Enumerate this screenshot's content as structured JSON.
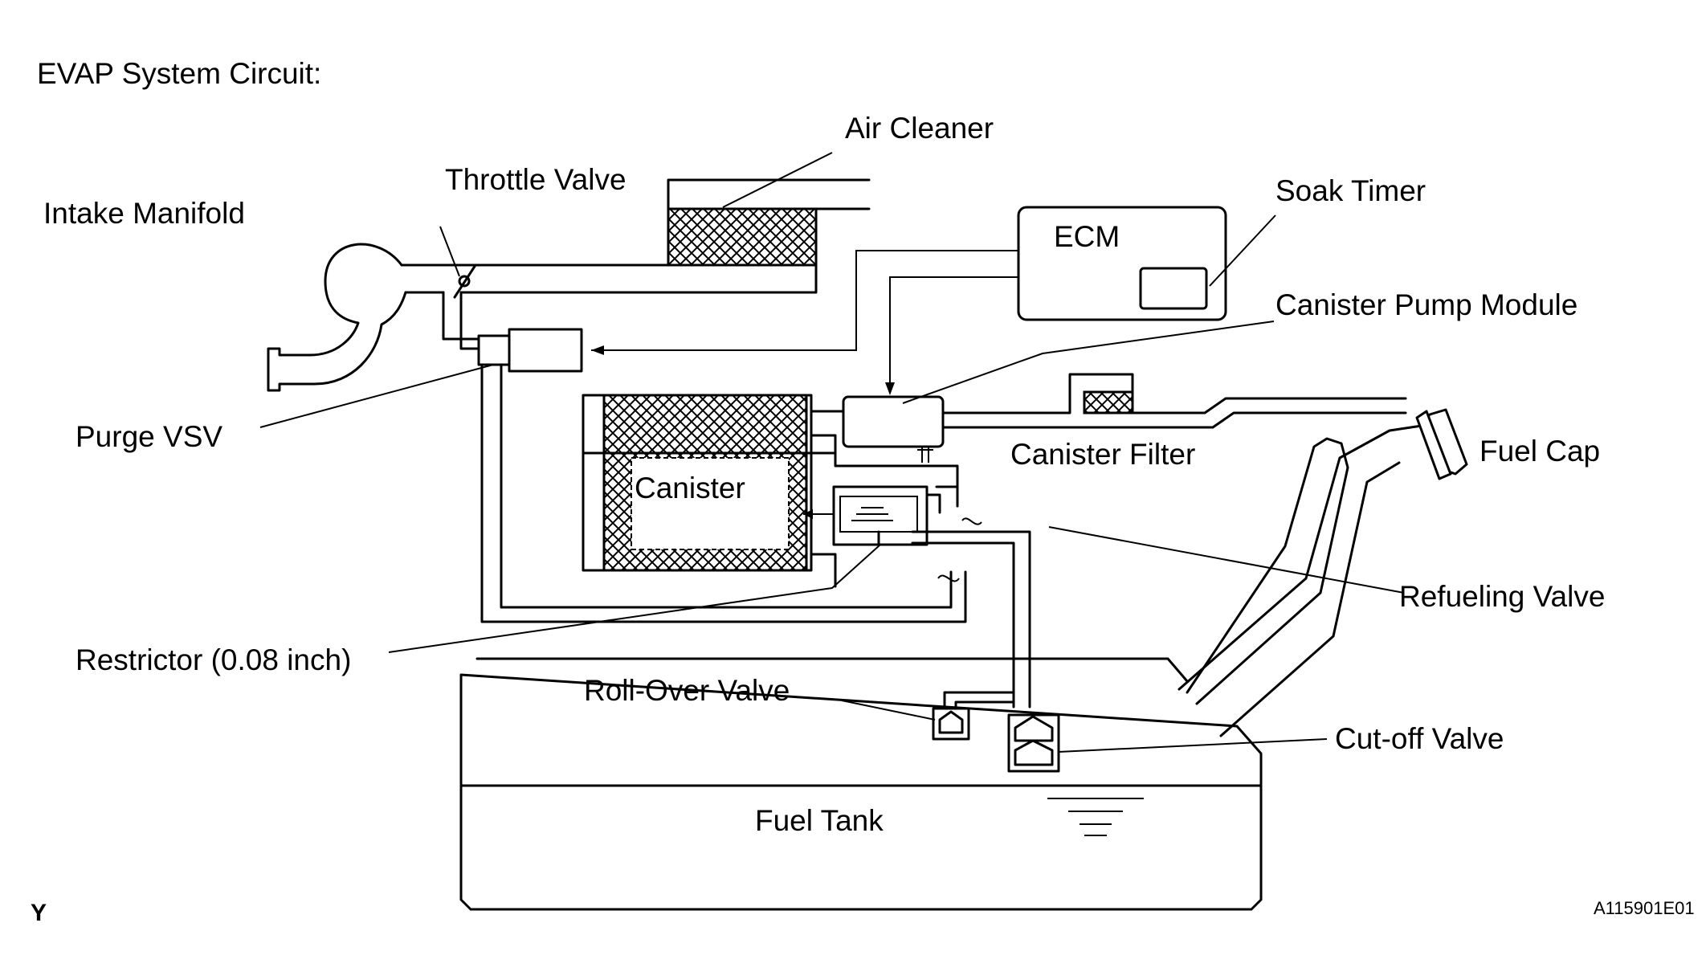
{
  "title": "EVAP System Circuit:",
  "labels": {
    "air_cleaner": "Air Cleaner",
    "throttle_valve": "Throttle Valve",
    "intake_manifold": "Intake Manifold",
    "ecm": "ECM",
    "soak_timer": "Soak Timer",
    "canister_pump_module": "Canister Pump Module",
    "purge_vsv": "Purge VSV",
    "canister": "Canister",
    "canister_filter": "Canister Filter",
    "fuel_cap": "Fuel Cap",
    "refueling_valve": "Refueling Valve",
    "restrictor": "Restrictor (0.08 inch)",
    "roll_over_valve": "Roll-Over Valve",
    "cut_off_valve": "Cut-off Valve",
    "fuel_tank": "Fuel Tank"
  },
  "footer": {
    "left_code": "Y",
    "figure_id": "A115901E01"
  },
  "colors": {
    "line": "#000000",
    "background": "#ffffff"
  }
}
